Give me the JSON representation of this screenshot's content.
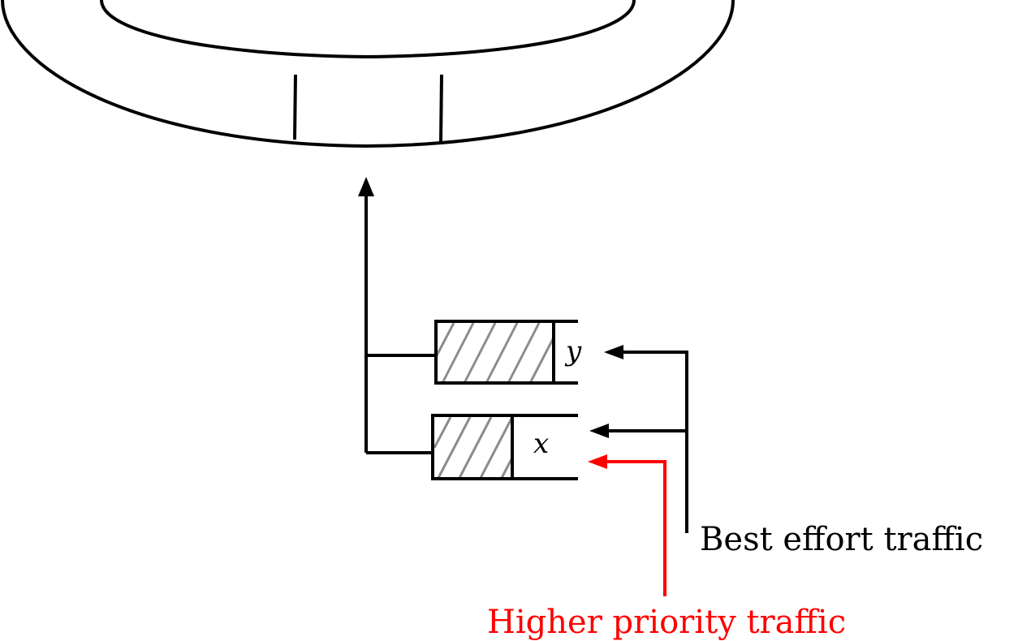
{
  "queues": {
    "top_label": "y",
    "bottom_label": "x"
  },
  "labels": {
    "best_effort": "Best effort traffic",
    "higher_priority": "Higher priority traffic"
  },
  "colors": {
    "line": "#000000",
    "hatch": "#8c8c8c",
    "priority": "#ff0000"
  }
}
